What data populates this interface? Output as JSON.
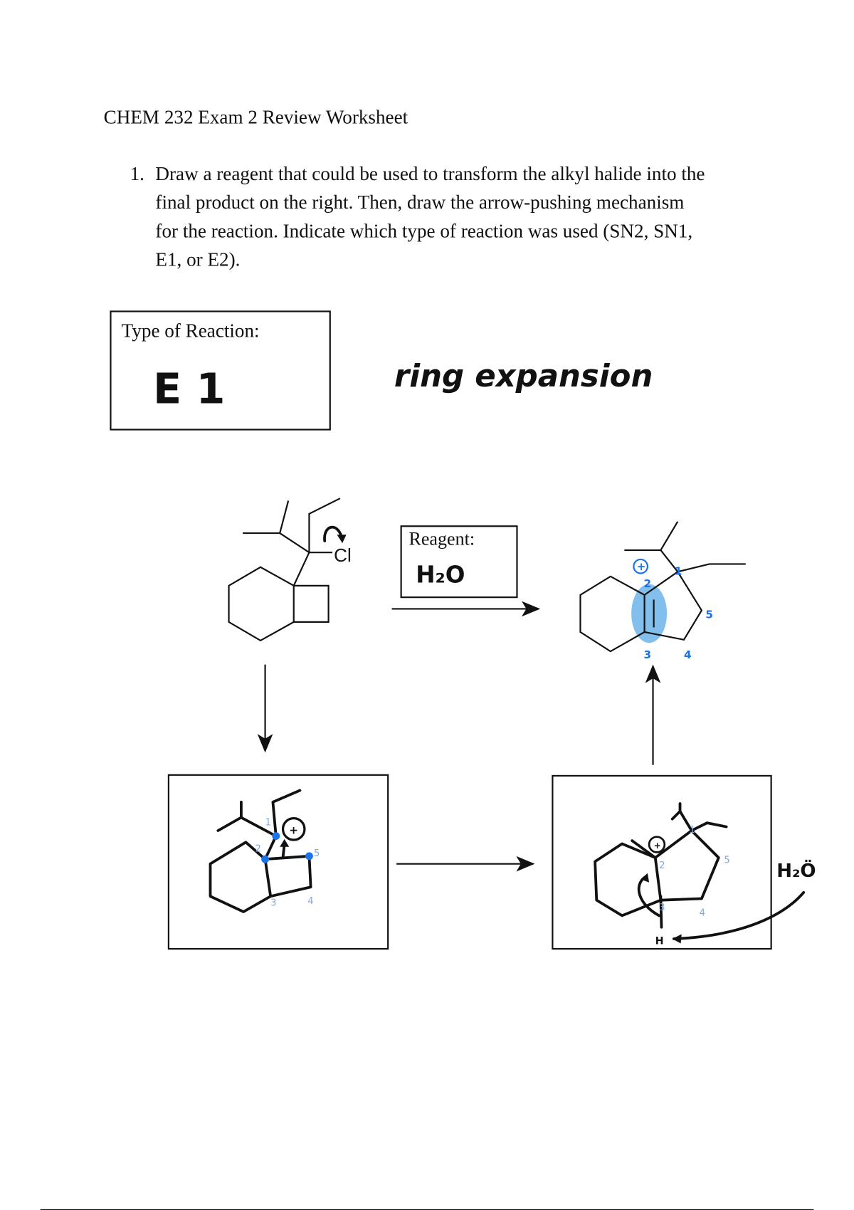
{
  "header": {
    "title": "CHEM 232 Exam 2 Review Worksheet"
  },
  "question": {
    "number": "1.",
    "lines": [
      "Draw a reagent that could be used to transform the alkyl halide into the",
      "final product on the right. Then, draw the arrow-pushing mechanism",
      "for the reaction. Indicate which type of reaction was used (SN2, SN1,",
      "E1, or E2)."
    ]
  },
  "type_box": {
    "label": "Type of  Reaction:",
    "answer": "E 1"
  },
  "note": "ring expansion",
  "starting_material": {
    "halide": "Cl"
  },
  "reagent_box": {
    "label": "Reagent:",
    "answer": "H₂O"
  },
  "product": {
    "numbers": [
      "1",
      "2",
      "3",
      "4",
      "5"
    ],
    "charge": "+"
  },
  "intermediate_1": {
    "charge": "+",
    "numbers": [
      "1",
      "2",
      "3",
      "4",
      "5"
    ]
  },
  "intermediate_2": {
    "charge": "+",
    "base": "H₂Ö",
    "proton": "H",
    "numbers": [
      "1",
      "2",
      "3",
      "4",
      "5"
    ]
  },
  "colors": {
    "highlight": "#5aa9e6",
    "annotation": "#1a73e8"
  }
}
